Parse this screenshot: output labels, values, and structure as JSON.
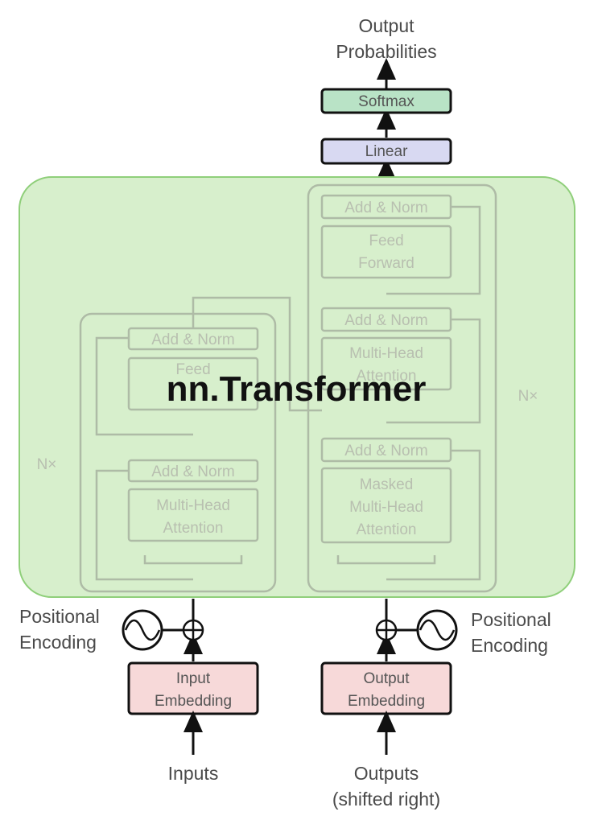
{
  "output": {
    "line1": "Output",
    "line2": "Probabilities"
  },
  "softmax": {
    "label": "Softmax",
    "color": "#b9e3c6"
  },
  "linear": {
    "label": "Linear",
    "color": "#d8d9f2"
  },
  "overlay": {
    "title": "nn.Transformer",
    "color": "#d7efcc",
    "border": "#8fcf7a"
  },
  "encoder": {
    "repeat": "N×",
    "add_norm_1": "Add & Norm",
    "feed_forward": "Feed",
    "add_norm_2": "Add & Norm",
    "mha_line1": "Multi-Head",
    "mha_line2": "Attention"
  },
  "decoder": {
    "repeat": "N×",
    "add_norm_top": "Add & Norm",
    "ff_line1": "Feed",
    "ff_line2": "Forward",
    "add_norm_mid": "Add & Norm",
    "mha_line1": "Multi-Head",
    "mha_line2": "Attention",
    "add_norm_low": "Add & Norm",
    "masked_line1": "Masked",
    "masked_line2": "Multi-Head",
    "masked_line3": "Attention"
  },
  "left_pos": {
    "line1": "Positional",
    "line2": "Encoding"
  },
  "right_pos": {
    "line1": "Positional",
    "line2": "Encoding"
  },
  "input_embedding": {
    "line1": "Input",
    "line2": "Embedding",
    "color": "#f7d9d9"
  },
  "output_embedding": {
    "line1": "Output",
    "line2": "Embedding",
    "color": "#f7d9d9"
  },
  "inputs": {
    "label": "Inputs"
  },
  "outputs": {
    "line1": "Outputs",
    "line2": "(shifted right)"
  }
}
